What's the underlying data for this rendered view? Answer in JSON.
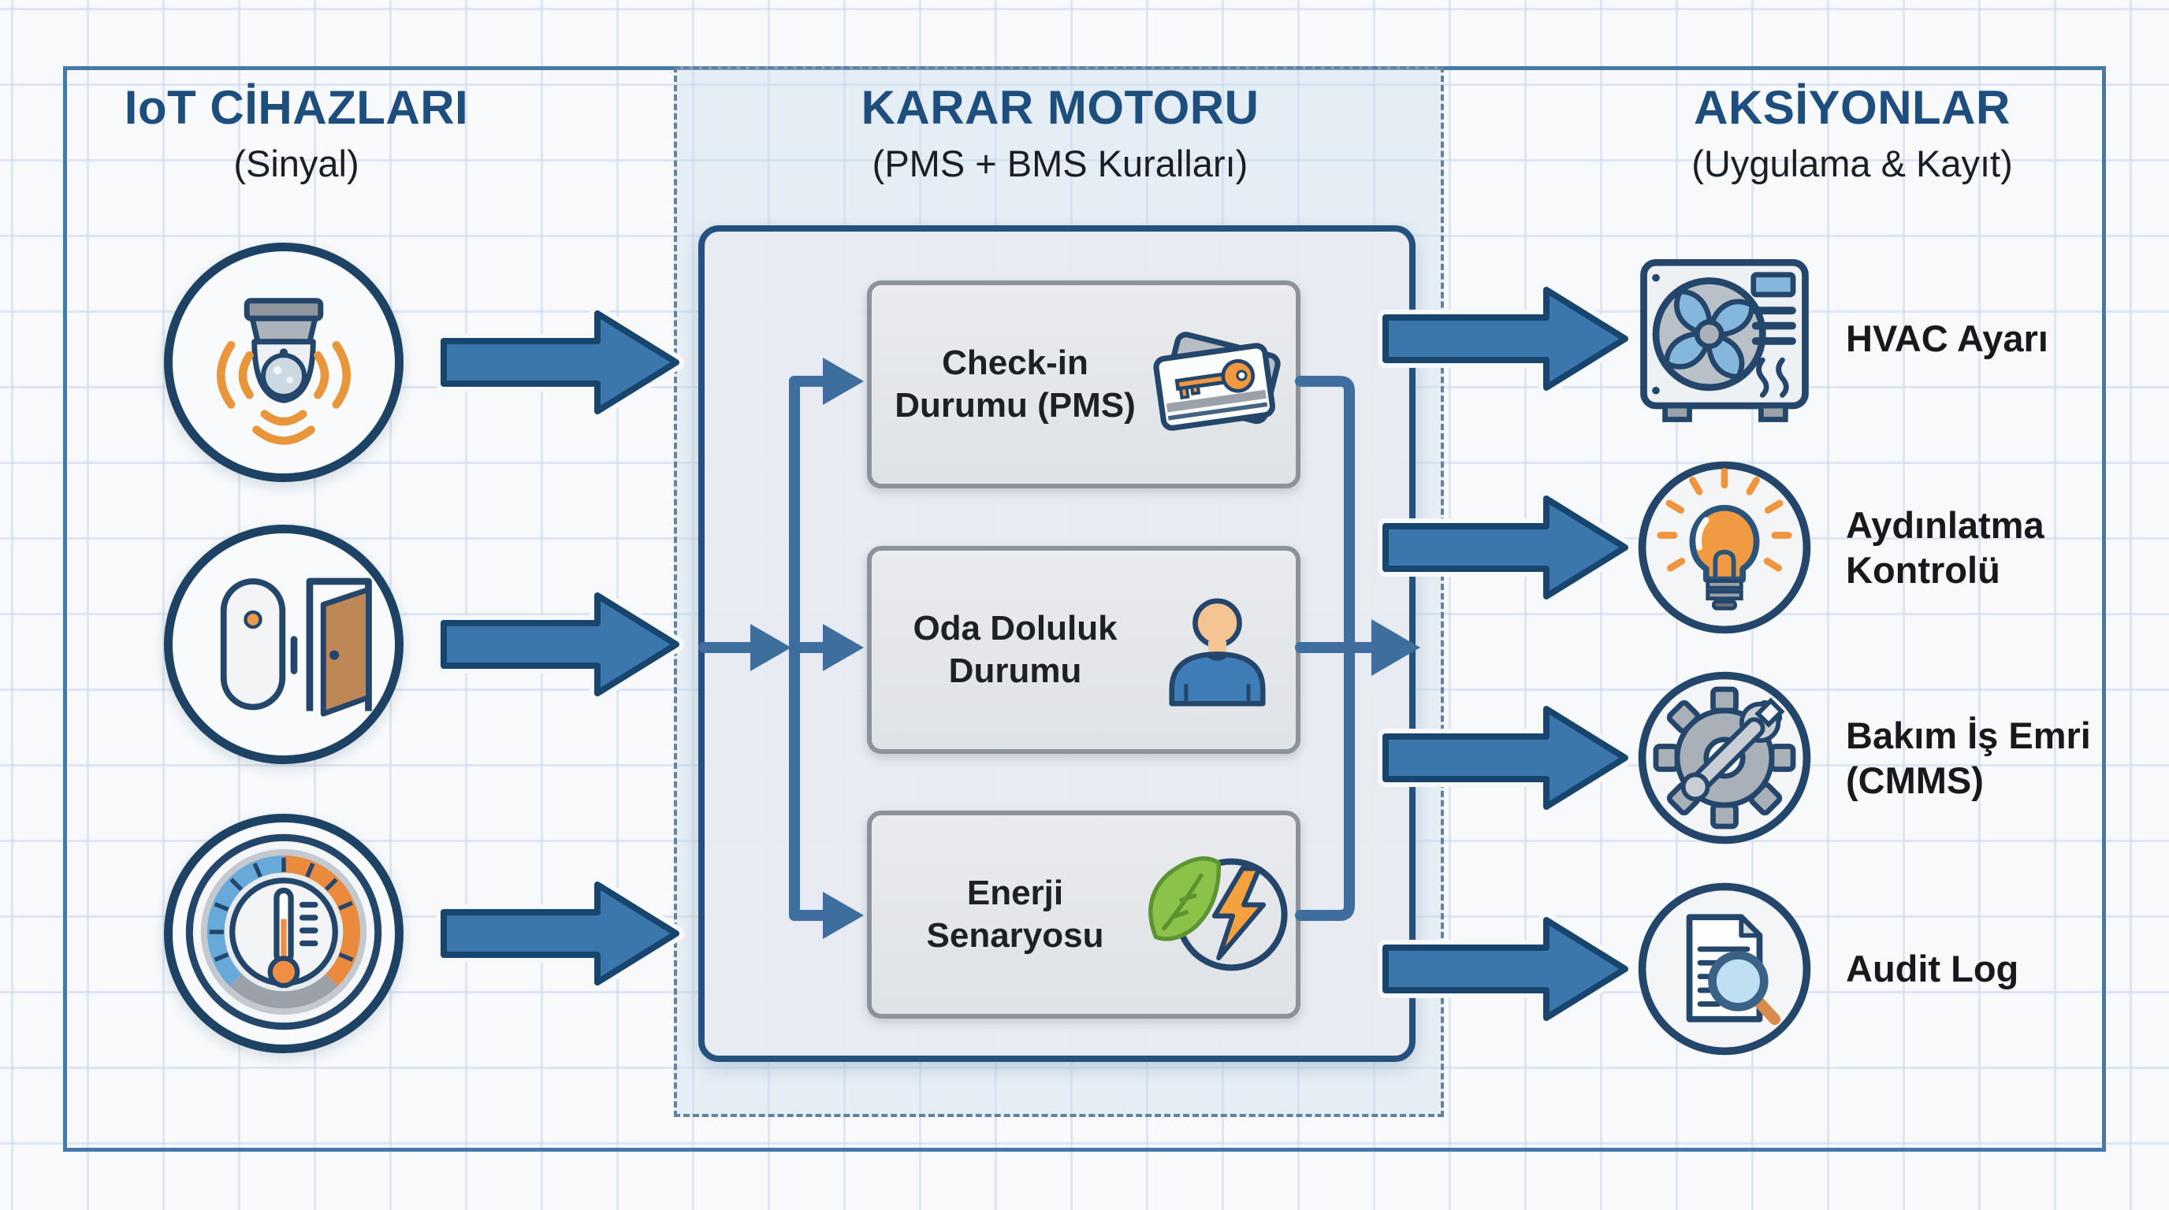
{
  "titles": {
    "left": {
      "title": "IoT CİHAZLARI",
      "subtitle": "(Sinyal)"
    },
    "engine": {
      "title": "KARAR MOTORU",
      "subtitle": "(PMS + BMS Kuralları)"
    },
    "actions": {
      "title": "AKSİYONLAR",
      "subtitle": "(Uygulama & Kayıt)"
    }
  },
  "devices": [
    {
      "icon": "motion-sensor-icon"
    },
    {
      "icon": "door-sensor-icon"
    },
    {
      "icon": "thermostat-gauge-icon"
    }
  ],
  "engine_rules": [
    {
      "label": "Check-in Durumu (PMS)",
      "icon": "keycard-icon"
    },
    {
      "label": "Oda Doluluk Durumu",
      "icon": "occupant-icon"
    },
    {
      "label": "Enerji Senaryosu",
      "icon": "eco-energy-icon"
    }
  ],
  "actions": [
    {
      "label": "HVAC Ayarı",
      "icon": "hvac-unit-icon"
    },
    {
      "label": "Aydınlatma Kontrolü",
      "icon": "lightbulb-icon"
    },
    {
      "label": "Bakım İş Emri (CMMS)",
      "icon": "gear-wrench-icon"
    },
    {
      "label": "Audit Log",
      "icon": "audit-document-icon"
    }
  ],
  "colors": {
    "title_blue": "#1d4e7d",
    "arrow_fill": "#3b77ad",
    "arrow_outline": "#17456e",
    "connector": "#3e6e9e",
    "panel_dash_border": "#64819e",
    "engine_box_border": "#24517d",
    "rule_box_border": "#8b929b",
    "accent_orange": "#ef9a3f",
    "accent_green": "#8bc34a"
  }
}
